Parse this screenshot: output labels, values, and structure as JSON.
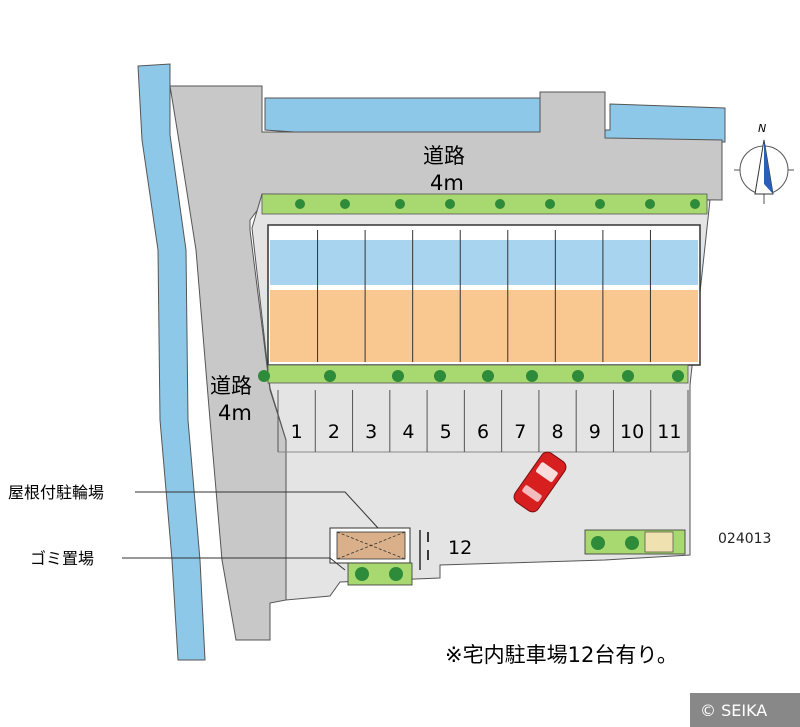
{
  "roads": {
    "north": {
      "name": "道路",
      "width": "4m"
    },
    "west": {
      "name": "道路",
      "width": "4m"
    }
  },
  "compass": {
    "north_label": "N"
  },
  "parking": {
    "spaces": [
      "1",
      "2",
      "3",
      "4",
      "5",
      "6",
      "7",
      "8",
      "9",
      "10",
      "11"
    ],
    "extra_space": "12"
  },
  "callouts": {
    "bicycle_parking": "屋根付駐輪場",
    "garbage": "ゴミ置場"
  },
  "note": "※宅内駐車場12台有り。",
  "property_code": "024013",
  "copyright": "© SEIKA",
  "colors": {
    "river": "#8ec8e8",
    "road": "#c8c8c8",
    "lot": "#e4e4e4",
    "unit_floor": "#f8c890",
    "unit_wet": "#a8d4f0",
    "hedge": "#a8d870",
    "tree": "#2e8b3a",
    "car": "#d81f1f",
    "bike_roof": "#d9b08a"
  }
}
